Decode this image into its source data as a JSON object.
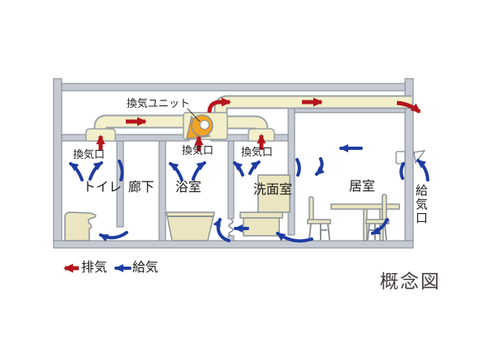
{
  "diagram": {
    "caption": "概念図",
    "labels": {
      "vent_unit": "換気ユニット",
      "vent_port": "換気口",
      "intake_port": "給気口"
    },
    "rooms": {
      "toilet": "トイレ",
      "corridor": "廊下",
      "bathroom": "浴室",
      "washroom": "洗面室",
      "living": "居室"
    },
    "legend": {
      "exhaust": "排気",
      "supply": "給気"
    },
    "colors": {
      "exhaust_red": "#b5151c",
      "supply_blue": "#1e3ca0",
      "duct_cream": "#f2efca",
      "wall_gray": "#c6cad2",
      "fan_orange": "#f1a424",
      "furniture_beige": "#ebe5c0"
    }
  }
}
